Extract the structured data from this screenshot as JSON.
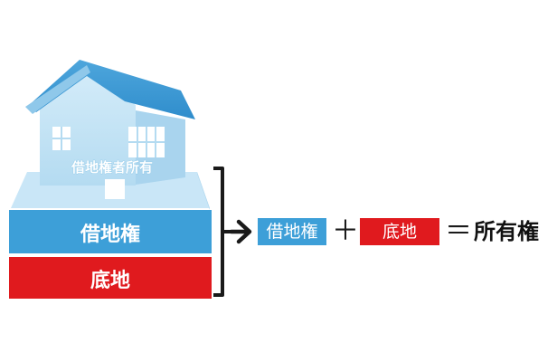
{
  "house": {
    "label": "借地権者所有",
    "color": "#b7dcf2"
  },
  "layers": {
    "leasehold": {
      "label": "借地権",
      "color": "#3d9fd8"
    },
    "land": {
      "label": "底地",
      "color": "#e01a1e"
    }
  },
  "equation": {
    "term1": "借地権",
    "plus": "＋",
    "term2": "底地",
    "equals": "＝",
    "result": "所有権"
  }
}
